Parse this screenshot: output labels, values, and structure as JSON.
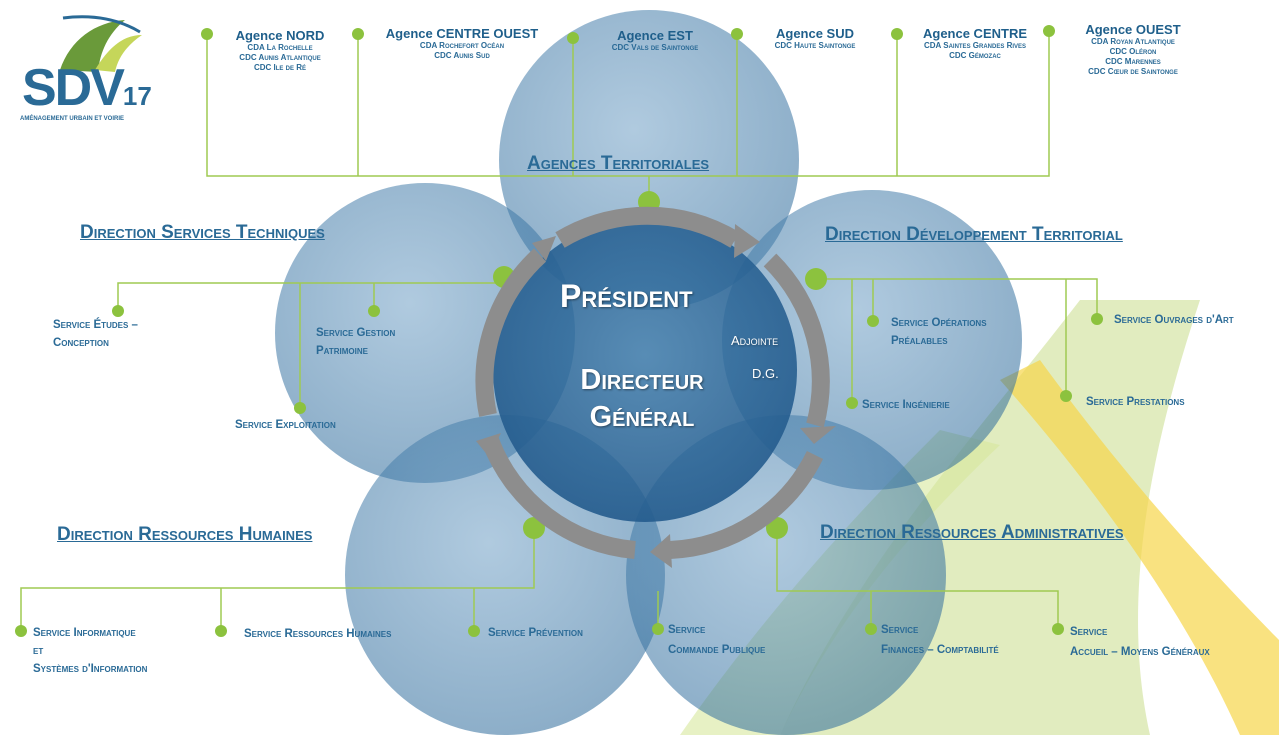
{
  "logo": {
    "text": "SDV",
    "number": "17",
    "tagline": "AMÉNAGEMENT URBAIN ET VOIRIE"
  },
  "colors": {
    "dot": "#8cc23e",
    "line": "#9fca52",
    "text": "#2a6a96",
    "bubble": "#4f86b0",
    "arrow": "#8d8d8d",
    "yellow": "#f6d54a"
  },
  "agencies": [
    {
      "name": "Agence NORD",
      "lines": [
        "CDA La Rochelle",
        "CDC Aunis Atlantique",
        "CDC Ile de Ré"
      ]
    },
    {
      "name": "Agence CENTRE OUEST",
      "lines": [
        "CDA Rochefort Océan",
        "CDC Aunis Sud"
      ]
    },
    {
      "name": "Agence EST",
      "lines": [
        "CDC Vals de Saintonge"
      ]
    },
    {
      "name": "Agence SUD",
      "lines": [
        "CDC Haute Saintonge"
      ]
    },
    {
      "name": "Agence CENTRE",
      "lines": [
        "CDA Saintes Grandes Rives",
        "CDC Gémozac"
      ]
    },
    {
      "name": "Agence OUEST",
      "lines": [
        "CDA Royan Atlantique",
        "CDC Oléron",
        "CDC Marennes",
        "CDC Cœur de Saintonge"
      ]
    }
  ],
  "center": {
    "president": "Président",
    "adjointe": "Adjointe",
    "dg_short": "D.G.",
    "director_line1": "Directeur",
    "director_line2": "Général"
  },
  "directions": {
    "agences": "Agences Territoriales",
    "techniques": "Direction Services Techniques",
    "developpement": "Direction Développement Territorial",
    "rh": "Direction Ressources Humaines",
    "admin": "Direction Ressources Administratives"
  },
  "services": {
    "etudes": [
      "Service Études –",
      "Conception"
    ],
    "gestion": [
      "Service Gestion",
      "Patrimoine"
    ],
    "exploitation": [
      "Service Exploitation"
    ],
    "operations": [
      "Service Opérations",
      "Préalables"
    ],
    "ouvrages": [
      "Service Ouvrages d'Art"
    ],
    "ingenierie": [
      "Service Ingénierie"
    ],
    "prestations": [
      "Service Prestations"
    ],
    "informatique": [
      "Service Informatique",
      "et",
      "Systèmes d'Information"
    ],
    "ressources_humaines": [
      "Service Ressources Humaines"
    ],
    "prevention": [
      "Service Prévention"
    ],
    "commande": [
      "Service",
      "Commande Publique"
    ],
    "finances": [
      "Service",
      "Finances – Comptabilité"
    ],
    "accueil": [
      "Service",
      "Accueil – Moyens Généraux"
    ]
  }
}
